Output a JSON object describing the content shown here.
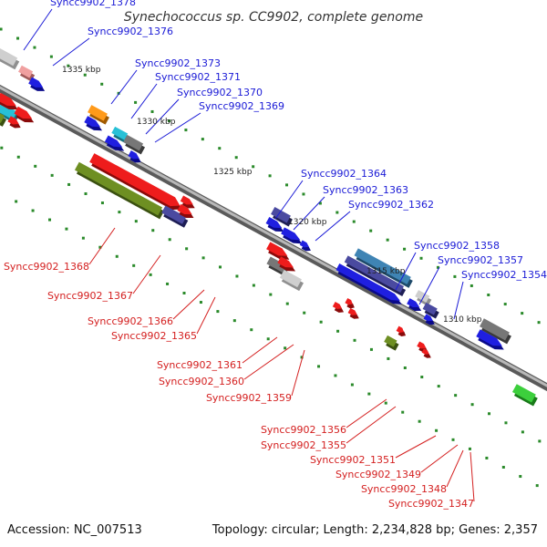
{
  "title": "Synechococcus sp. CC9902, complete genome",
  "footer": {
    "accession": "Accession: NC_007513",
    "summary": "Topology: circular; Length: 2,234,828 bp; Genes: 2,357"
  },
  "colors": {
    "plus_label": "#1a1ad6",
    "minus_label": "#d42020",
    "backbone": "#8a8a8a",
    "tick_dot": "#2a8a2a"
  },
  "ticks": [
    "1335 kbp",
    "1330 kbp",
    "1325 kbp",
    "1320 kbp",
    "1315 kbp",
    "1310 kbp"
  ],
  "labels_plus": [
    "Syncc9902_1378",
    "Syncc9902_1376",
    "Syncc9902_1373",
    "Syncc9902_1371",
    "Syncc9902_1370",
    "Syncc9902_1369",
    "Syncc9902_1364",
    "Syncc9902_1363",
    "Syncc9902_1362",
    "Syncc9902_1358",
    "Syncc9902_1357",
    "Syncc9902_1354"
  ],
  "labels_minus": [
    "Syncc9902_1368",
    "Syncc9902_1367",
    "Syncc9902_1366",
    "Syncc9902_1365",
    "Syncc9902_1361",
    "Syncc9902_1360",
    "Syncc9902_1359",
    "Syncc9902_1356",
    "Syncc9902_1355",
    "Syncc9902_1351",
    "Syncc9902_1349",
    "Syncc9902_1348",
    "Syncc9902_1347"
  ]
}
